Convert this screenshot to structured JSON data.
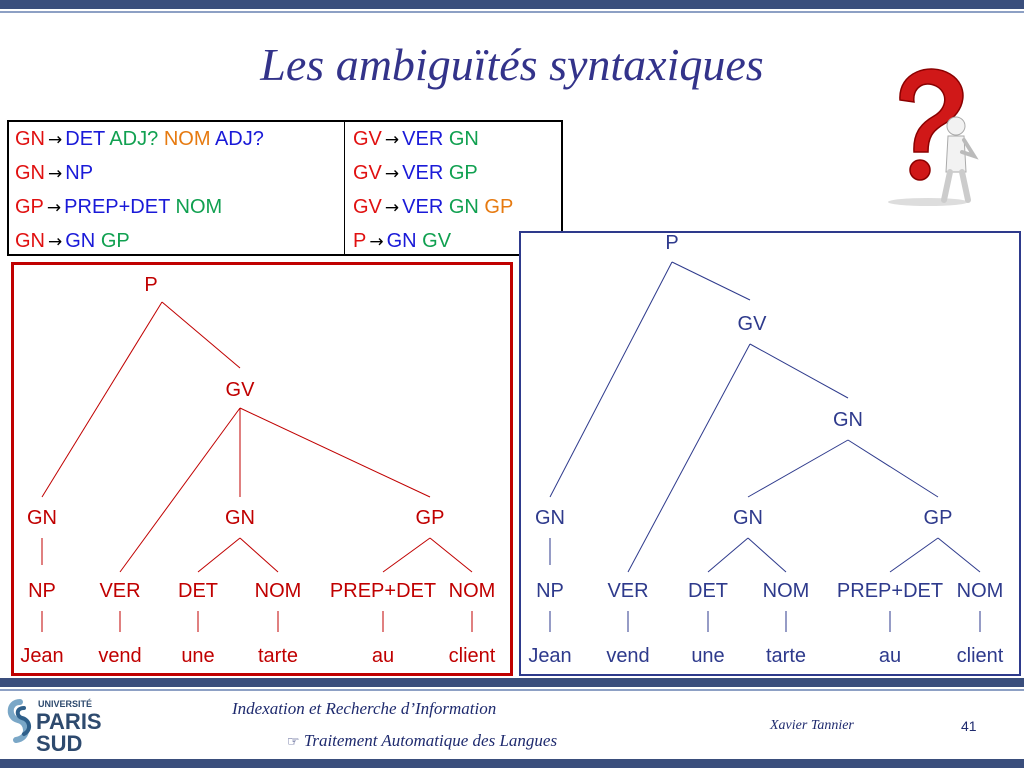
{
  "title": "Les ambiguïtés syntaxiques",
  "colors": {
    "red": "#e01010",
    "blue": "#1a1ad8",
    "green": "#10a050",
    "orange": "#e67a10",
    "tree_left": "#c00000",
    "tree_right": "#2e3a8c"
  },
  "arrow_glyph": "→",
  "rules_left": [
    [
      {
        "t": "GN",
        "c": "red"
      },
      {
        "t": "→",
        "c": "arrow"
      },
      {
        "t": "DET",
        "c": "blue"
      },
      {
        "t": "ADJ?",
        "c": "green"
      },
      {
        "t": "NOM",
        "c": "orange"
      },
      {
        "t": "ADJ?",
        "c": "blue"
      }
    ],
    [
      {
        "t": "GN",
        "c": "red"
      },
      {
        "t": "→",
        "c": "arrow"
      },
      {
        "t": "NP",
        "c": "blue"
      }
    ],
    [
      {
        "t": "GP",
        "c": "red"
      },
      {
        "t": "→",
        "c": "arrow"
      },
      {
        "t": "PREP+DET",
        "c": "blue"
      },
      {
        "t": "NOM",
        "c": "green"
      }
    ],
    [
      {
        "t": "GN",
        "c": "red"
      },
      {
        "t": "→",
        "c": "arrow"
      },
      {
        "t": "GN",
        "c": "blue"
      },
      {
        "t": "GP",
        "c": "green"
      }
    ]
  ],
  "rules_right": [
    [
      {
        "t": "GV",
        "c": "red"
      },
      {
        "t": "→",
        "c": "arrow"
      },
      {
        "t": "VER",
        "c": "blue"
      },
      {
        "t": "GN",
        "c": "green"
      }
    ],
    [
      {
        "t": "GV",
        "c": "red"
      },
      {
        "t": "→",
        "c": "arrow"
      },
      {
        "t": "VER",
        "c": "blue"
      },
      {
        "t": "GP",
        "c": "green"
      }
    ],
    [
      {
        "t": "GV",
        "c": "red"
      },
      {
        "t": "→",
        "c": "arrow"
      },
      {
        "t": "VER",
        "c": "blue"
      },
      {
        "t": "GN",
        "c": "green"
      },
      {
        "t": "GP",
        "c": "orange"
      }
    ],
    [
      {
        "t": "P",
        "c": "red"
      },
      {
        "t": "→",
        "c": "arrow"
      },
      {
        "t": "GN",
        "c": "blue"
      },
      {
        "t": "GV",
        "c": "green"
      }
    ]
  ],
  "tree_left": {
    "nodes": {
      "P": "P",
      "GV": "GV",
      "GN1": "GN",
      "GN2": "GN",
      "GP": "GP",
      "NP": "NP",
      "VER": "VER",
      "DET": "DET",
      "NOM1": "NOM",
      "PREPDET": "PREP+DET",
      "NOM2": "NOM",
      "w1": "Jean",
      "w2": "vend",
      "w3": "une",
      "w4": "tarte",
      "w5": "au",
      "w6": "client"
    }
  },
  "tree_right": {
    "nodes": {
      "P": "P",
      "GV": "GV",
      "GNtop": "GN",
      "GN1": "GN",
      "GN2": "GN",
      "GP": "GP",
      "NP": "NP",
      "VER": "VER",
      "DET": "DET",
      "NOM1": "NOM",
      "PREPDET": "PREP+DET",
      "NOM2": "NOM",
      "w1": "Jean",
      "w2": "vend",
      "w3": "une",
      "w4": "tarte",
      "w5": "au",
      "w6": "client"
    }
  },
  "logo": {
    "line1": "UNIVERSITÉ",
    "line2": "PARIS",
    "line3": "SUD"
  },
  "footer": {
    "line1": "Indexation et Recherche d’Information",
    "line2_icon": "hand-pointing-icon",
    "line2": "Traitement Automatique des Langues",
    "author": "Xavier Tannier",
    "page": "41"
  }
}
